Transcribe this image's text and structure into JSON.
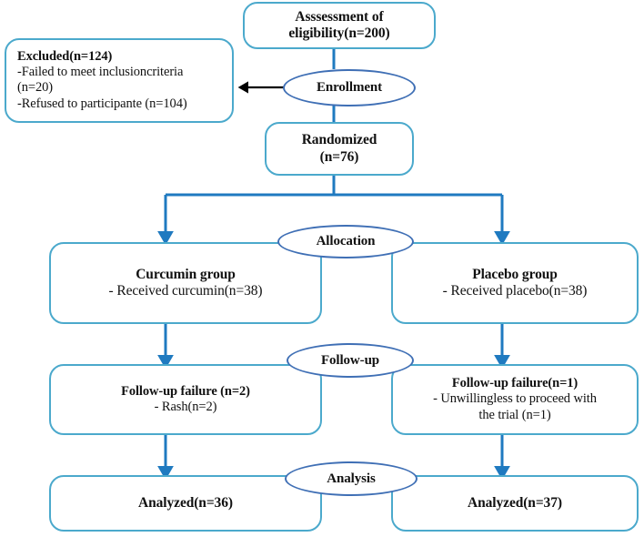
{
  "diagram": {
    "title": "CONSORT participant flow diagram",
    "colors": {
      "box_border": "#4ba9cc",
      "ellipse_border": "#3f6fb5",
      "connector_blue": "#1f7ac0",
      "exclusion_arrow": "#000000",
      "background": "#ffffff",
      "text": "#111111"
    }
  },
  "nodes": {
    "assessment": {
      "line1": "Asssessment of",
      "line2": "eligibility(n=200)"
    },
    "excluded": {
      "line1": "Excluded(n=124)",
      "line2": "-Failed to meet inclusioncriteria",
      "line3": "(n=20)",
      "line4": "-Refused to participante  (n=104)"
    },
    "randomized": {
      "line1": "Randomized",
      "line2": "(n=76)"
    },
    "curcumin_group": {
      "line1": "Curcumin group",
      "line2": "- Received curcumin(n=38)"
    },
    "placebo_group": {
      "line1": "Placebo group",
      "line2": "- Received placebo(n=38)"
    },
    "followup_left": {
      "line1": "Follow-up failure  (n=2)",
      "line2": "- Rash(n=2)"
    },
    "followup_right": {
      "line1": "Follow-up failure(n=1)",
      "line2": "- Unwillingless  to proceed with",
      "line3": "the trial (n=1)"
    },
    "analyzed_left": {
      "line1": "Analyzed(n=36)"
    },
    "analyzed_right": {
      "line1": "Analyzed(n=37)"
    }
  },
  "phases": {
    "enrollment": "Enrollment",
    "allocation": "Allocation",
    "followup": "Follow-up",
    "analysis": "Analysis"
  }
}
